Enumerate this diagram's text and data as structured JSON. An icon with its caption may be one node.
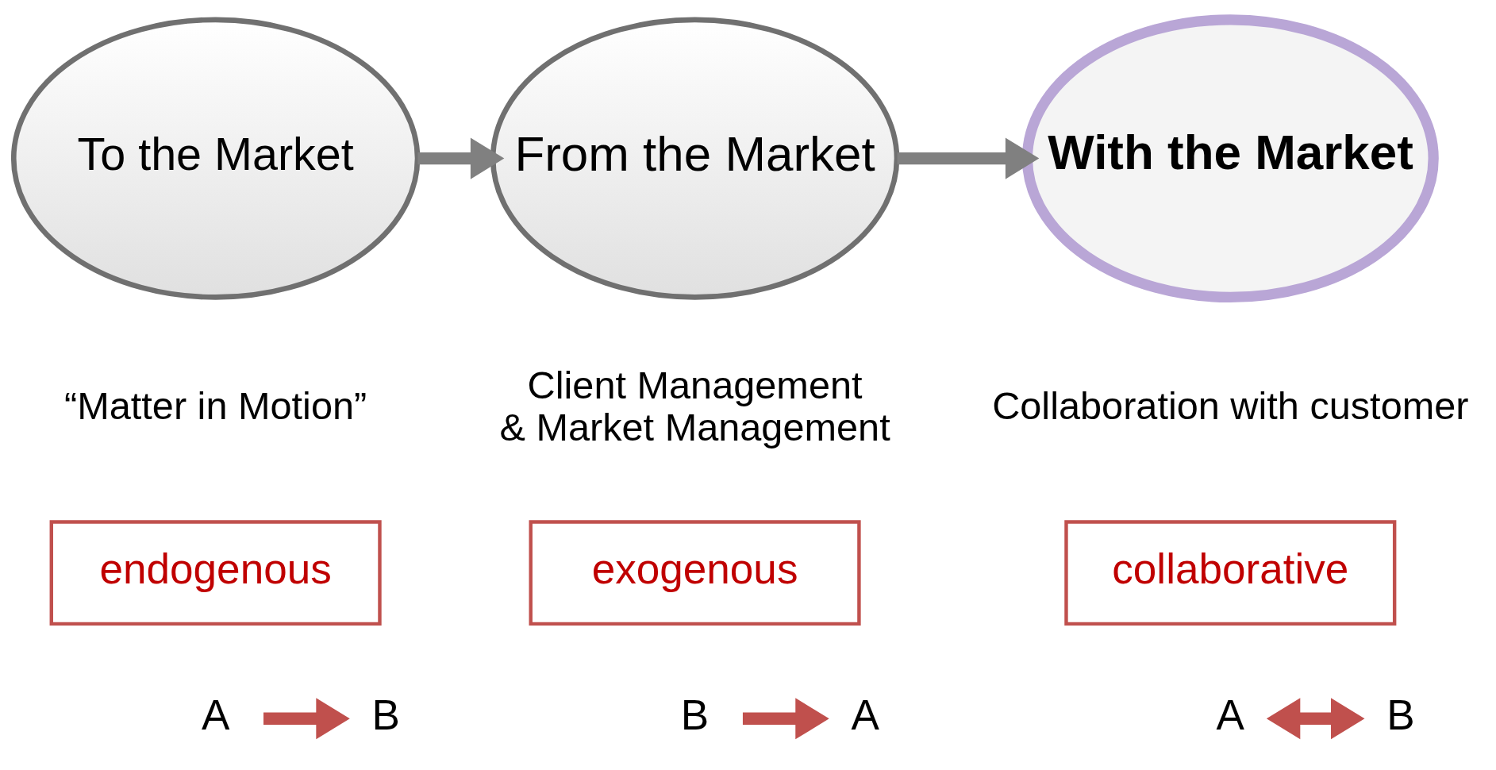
{
  "diagram": {
    "nodes": [
      {
        "text": [
          "To the Market"
        ],
        "beside": [
          "“Matter in Motion”"
        ]
      },
      {
        "text": [
          "From the Market"
        ],
        "beside": [
          "Client Management & Market Management"
        ]
      },
      {
        "text": [
          "With the Market"
        ],
        "beside": [
          "Collaboration with customer"
        ]
      },
      {
        "text": [
          "endogenous"
        ]
      },
      {
        "text": [
          "exogenous"
        ]
      },
      {
        "text": [
          "collaborative"
        ]
      },
      {
        "text": [
          "A"
        ]
      },
      {
        "text": [
          "B"
        ]
      },
      {
        "text": [
          "B"
        ]
      },
      {
        "text": [
          "A"
        ]
      },
      {
        "text": [
          "A"
        ]
      },
      {
        "text": [
          "B"
        ]
      }
    ],
    "edges": [
      {
        "from": 0,
        "to": 1,
        "arrow": "to",
        "color": "#808080"
      },
      {
        "from": 1,
        "to": 2,
        "arrow": "to",
        "color": "#808080"
      },
      {
        "from": 6,
        "to": 7,
        "arrow": "to"
      },
      {
        "from": 8,
        "to": 9,
        "arrow": "to"
      },
      {
        "from": 10,
        "to": 11,
        "arrow": "both"
      }
    ]
  }
}
